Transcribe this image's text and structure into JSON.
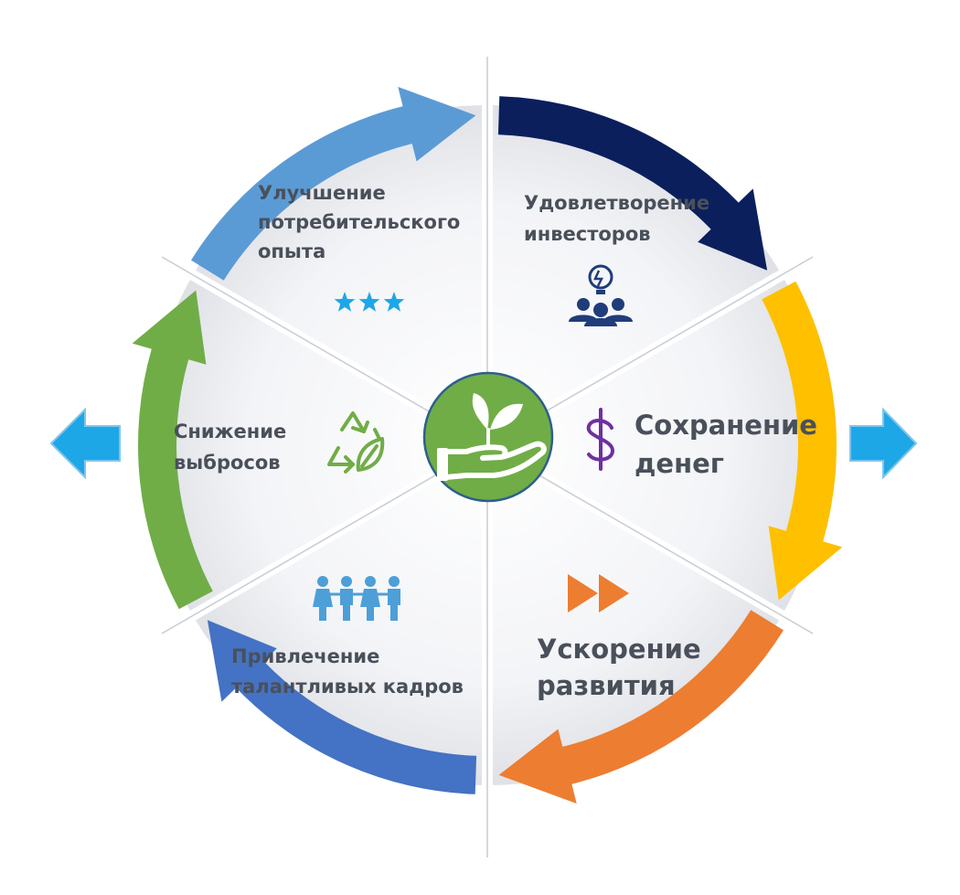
{
  "segments": {
    "top_left": {
      "lines": [
        "Улучшение",
        "потребительского",
        "опыта"
      ],
      "icon": "three-stars-icon",
      "arrow_color": "#5b9bd5"
    },
    "top_right": {
      "lines": [
        "Удовлетворение",
        "инвесторов"
      ],
      "icon": "team-idea-icon",
      "arrow_color": "#0b1f5c"
    },
    "right": {
      "lines": [
        "Сохранение",
        "денег"
      ],
      "icon": "dollar-icon",
      "arrow_color": "#ffc000"
    },
    "bottom_right": {
      "lines": [
        "Ускорение",
        "развития"
      ],
      "icon": "fast-forward-icon",
      "arrow_color": "#ed7d31"
    },
    "bottom_left": {
      "lines": [
        "Привлечение",
        "талантливых кадров"
      ],
      "icon": "people-group-icon",
      "arrow_color": "#4472c4"
    },
    "left": {
      "lines": [
        "Снижение",
        "выбросов"
      ],
      "icon": "recycle-leaf-icon",
      "arrow_color": "#70ad47"
    }
  },
  "center": {
    "icon": "hand-plant-icon",
    "color": "#70ad47"
  },
  "colors": {
    "star": "#1ea7e6",
    "team": "#1f3d7a",
    "dollar": "#7030a0",
    "forward": "#ed7d31",
    "people": "#4d9fd8",
    "recycle": "#70ad47",
    "side_arrow": "#1ea7e6"
  }
}
